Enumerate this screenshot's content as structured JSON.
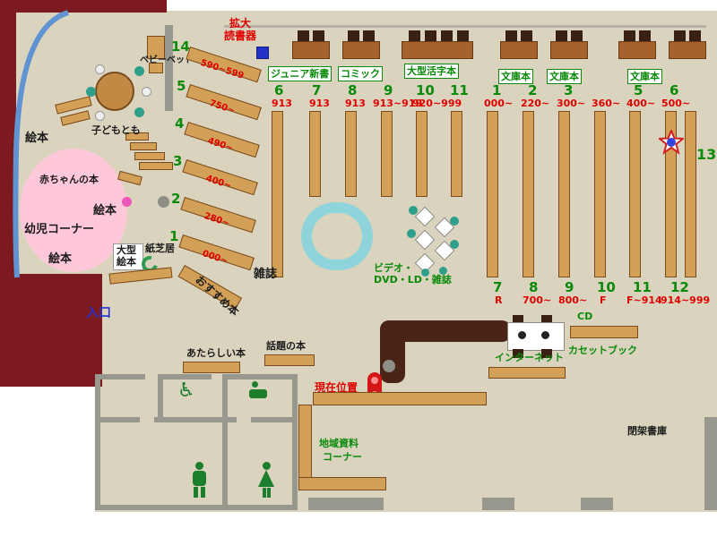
{
  "icons": {
    "wheelchair": "♿"
  },
  "children_area": {
    "ehon_1": "絵本",
    "ehon_2": "絵本",
    "ehon_3": "絵本",
    "akachan_book": "赤ちゃんの本",
    "youji_corner": "幼児コーナー",
    "kodomotomo": "子どもとも",
    "baby_bed": "ベビーベッド",
    "ogata_ehon_1": "大型",
    "ogata_ehon_2": "絵本",
    "kamishibai": "紙芝居"
  },
  "top_area": {
    "kakudai_1": "拡大",
    "kakudai_2": "読書器",
    "junior_shinsho": "ジュニア新書",
    "comic": "コミック",
    "ogata_katsuji": "大型活字本",
    "bunko_1": "文庫本",
    "bunko_2": "文庫本",
    "bunko_3": "文庫本"
  },
  "diagonal_shelves": [
    {
      "num": "14",
      "range": "590~599"
    },
    {
      "num": "5",
      "range": "750~"
    },
    {
      "num": "4",
      "range": "490~"
    },
    {
      "num": "3",
      "range": "400~"
    },
    {
      "num": "2",
      "range": "280~"
    },
    {
      "num": "1",
      "range": "000~"
    }
  ],
  "left_stacks": {
    "num_1": "6",
    "num_2": "7",
    "num_3": "8",
    "num_4": "9",
    "num_5": "10",
    "num_6": "11",
    "range_1": "913",
    "range_2": "913",
    "range_3": "913",
    "range_4": "913~919",
    "range_5": "920~999"
  },
  "right_stacks": {
    "num_1": "1",
    "num_2": "2",
    "num_3": "3",
    "num_4": "5",
    "num_5": "6",
    "range_1": "000~",
    "range_2": "220~",
    "range_3": "300~",
    "range_4": "360~",
    "range_5": "400~",
    "range_6": "500~",
    "num_13": "13"
  },
  "bottom_stacks": {
    "num_1": "7",
    "range_1": "R",
    "num_2": "8",
    "range_2": "700~",
    "num_3": "9",
    "range_3": "800~",
    "num_4": "10",
    "range_4": "F",
    "num_5": "11",
    "range_5": "F~914",
    "num_6": "12",
    "range_6": "914~999"
  },
  "center_area": {
    "zasshi": "雑誌",
    "video_1": "ビデオ・",
    "video_2": "DVD・LD・雑誌",
    "osusume": "おすすめ本"
  },
  "service_area": {
    "entrance": "入口",
    "atarashii": "あたらしい本",
    "wadai": "話題の本",
    "genzai_ichi": "現在位置",
    "cd": "CD",
    "internet": "インターネット",
    "cassette": "カセットブック",
    "chiiki_1": "地域資料",
    "chiiki_2": "コーナー",
    "heika": "閉架書庫"
  }
}
